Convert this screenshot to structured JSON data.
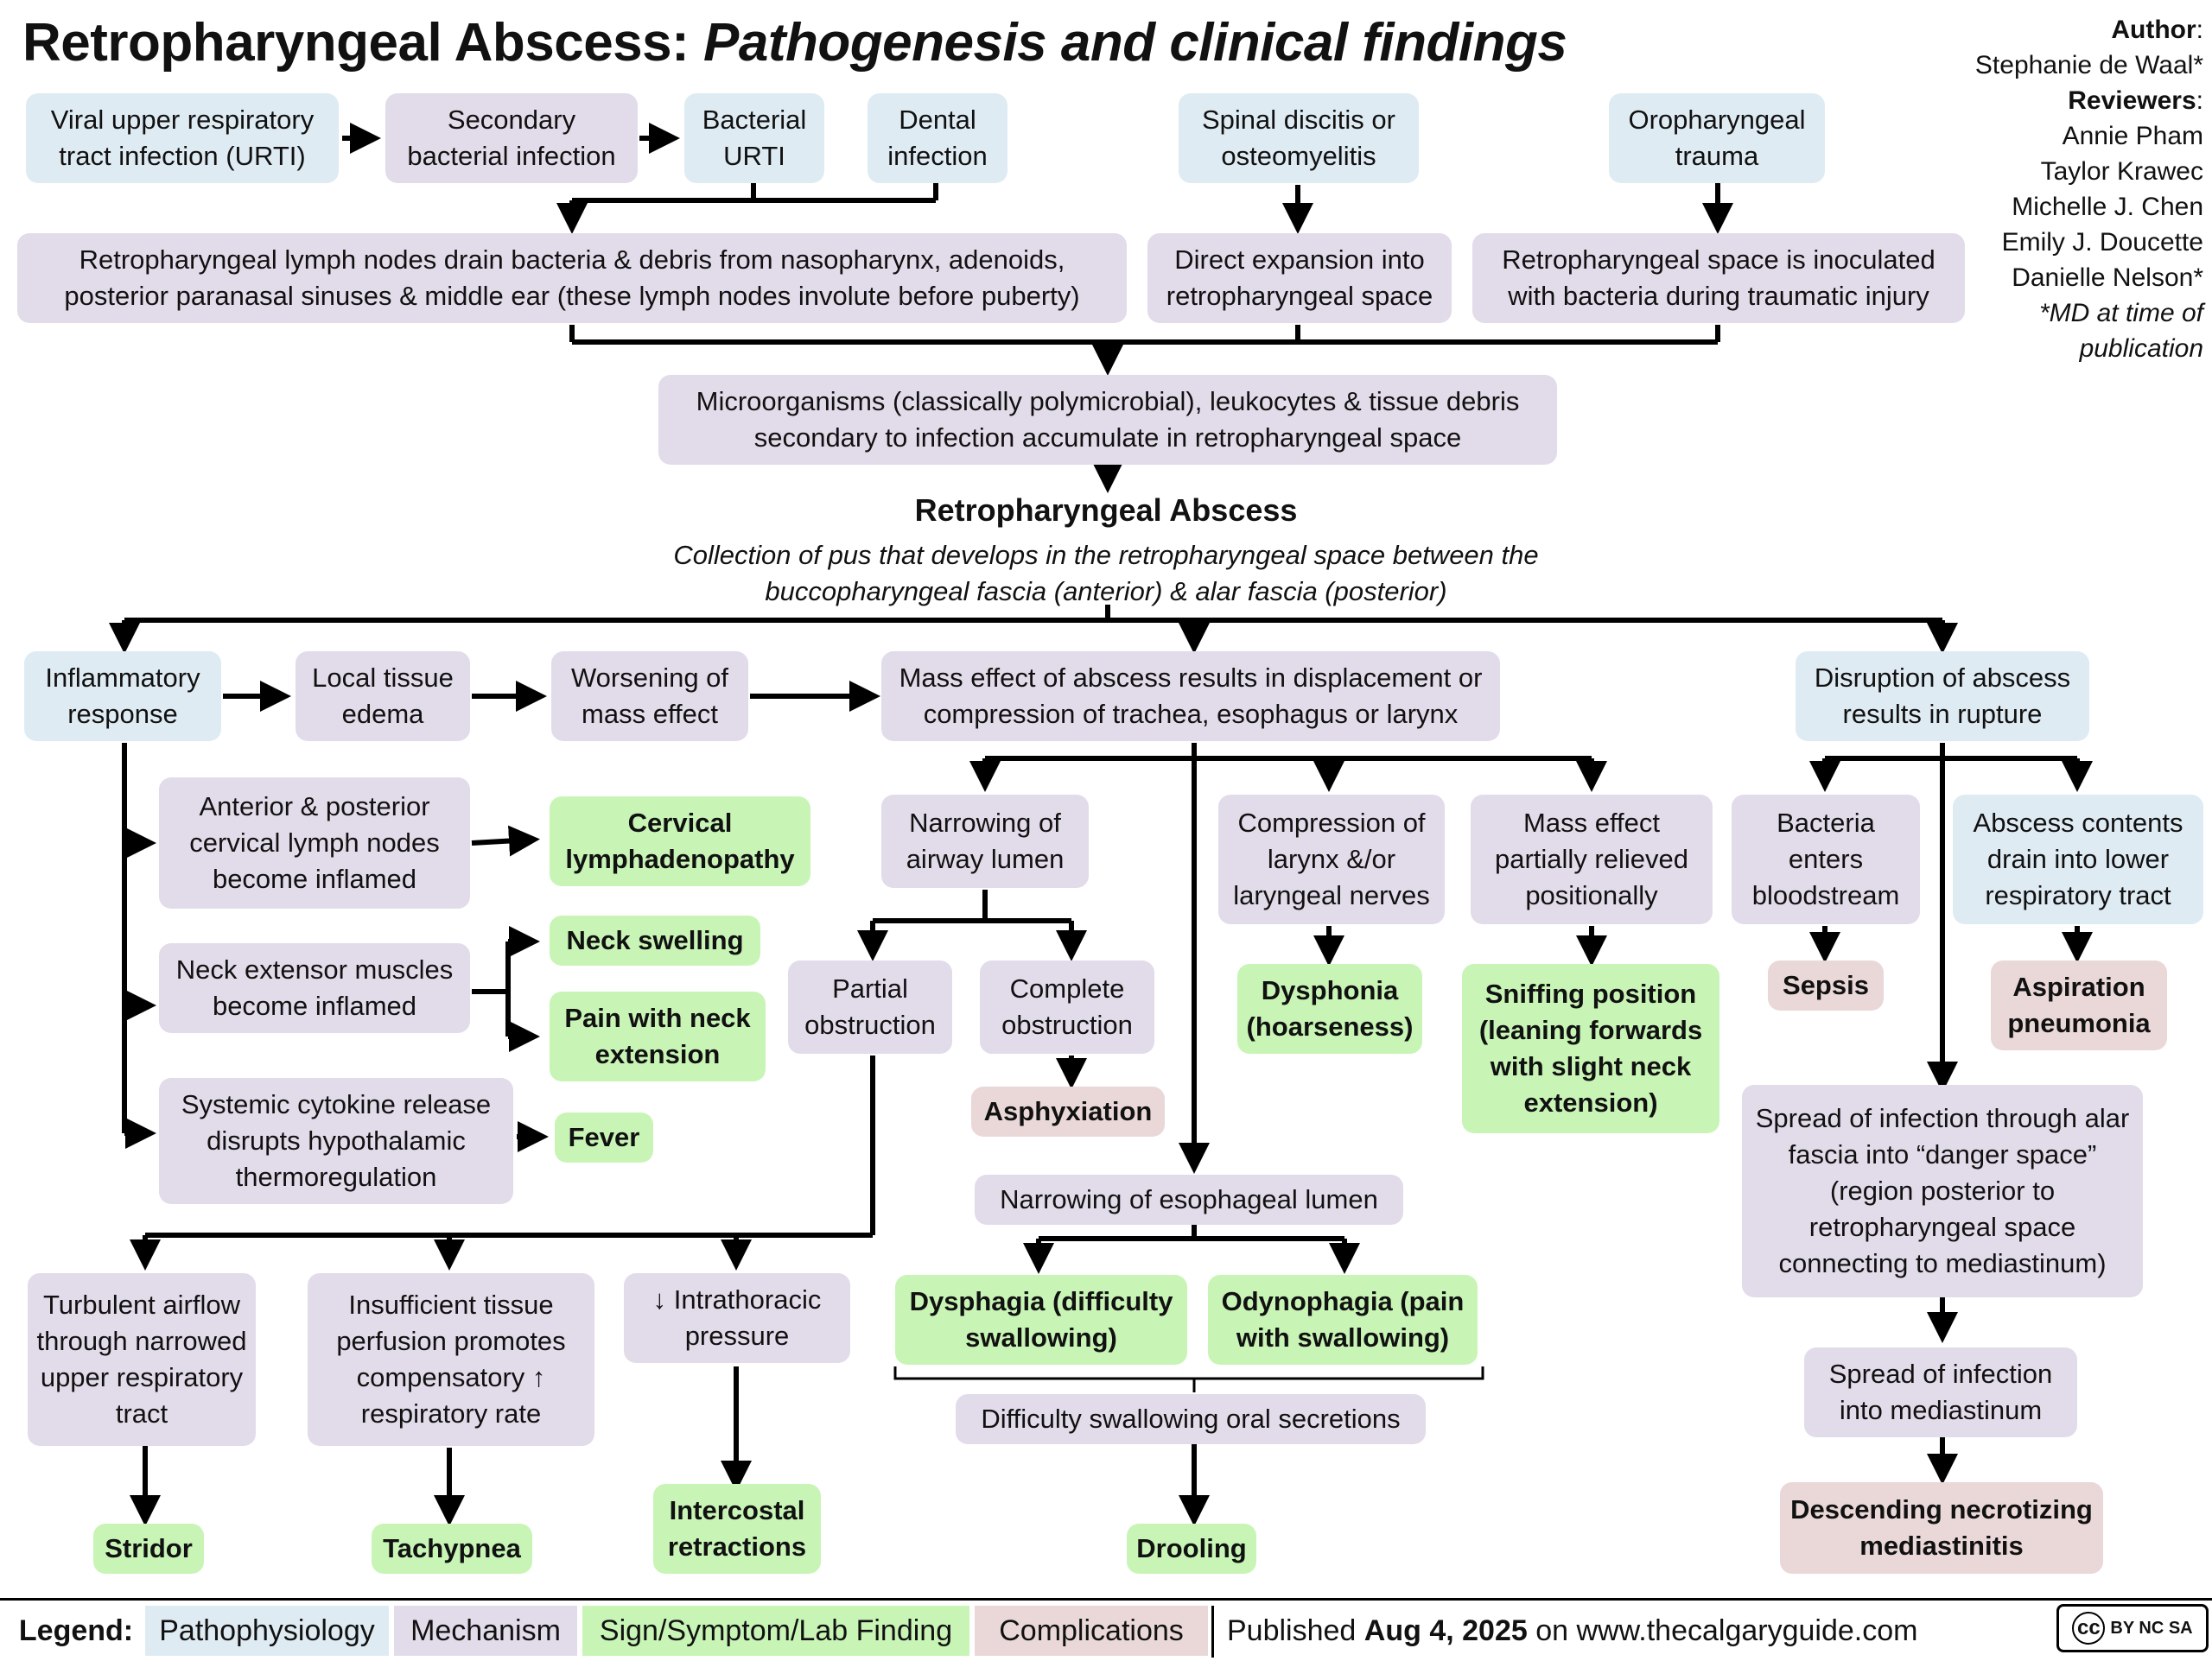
{
  "title": {
    "main": "Retropharyngeal Abscess:",
    "sub": "Pathogenesis and clinical findings"
  },
  "author": {
    "author_label": "Author",
    "author_name": "Stephanie de Waal*",
    "reviewers_label": "Reviewers",
    "reviewers": [
      "Annie Pham",
      "Taylor Krawec",
      "Michelle J. Chen",
      "Emily J. Doucette",
      "Danielle Nelson*"
    ],
    "note": "*MD at time of publication"
  },
  "nodes": {
    "viral_urti": "Viral upper respiratory tract infection (URTI)",
    "secondary_bacterial": "Secondary bacterial infection",
    "bacterial_urti": "Bacterial URTI",
    "dental_infection": "Dental infection",
    "spinal_discitis": "Spinal discitis or osteomyelitis",
    "oropharyngeal_trauma": "Oropharyngeal trauma",
    "lymph_nodes_drain": "Retropharyngeal lymph nodes drain bacteria & debris from nasopharynx, adenoids, posterior paranasal sinuses & middle ear (these lymph nodes involute before puberty)",
    "direct_expansion": "Direct expansion into retropharyngeal space",
    "space_inoculated": "Retropharyngeal space is inoculated with bacteria during traumatic injury",
    "microorganisms": "Microorganisms (classically polymicrobial), leukocytes & tissue debris secondary to infection accumulate in retropharyngeal space",
    "abscess_title": "Retropharyngeal Abscess",
    "abscess_def": "Collection of pus that develops in the retropharyngeal space between the buccopharyngeal fascia (anterior) & alar fascia (posterior)",
    "inflammatory_response": "Inflammatory response",
    "local_tissue_edema": "Local tissue edema",
    "worsening_mass": "Worsening of mass effect",
    "mass_effect": "Mass effect of abscess results in displacement or compression of trachea, esophagus or larynx",
    "disruption_rupture": "Disruption of abscess results in rupture",
    "cervical_nodes_inflamed": "Anterior & posterior cervical lymph nodes become inflamed",
    "cervical_lymphadenopathy": "Cervical lymphadenopathy",
    "neck_muscles_inflamed": "Neck extensor muscles become inflamed",
    "neck_swelling": "Neck swelling",
    "pain_neck_extension": "Pain with neck extension",
    "cytokine_release": "Systemic cytokine release disrupts hypothalamic thermoregulation",
    "fever": "Fever",
    "narrowing_airway": "Narrowing of airway lumen",
    "partial_obstruction": "Partial obstruction",
    "complete_obstruction": "Complete obstruction",
    "asphyxiation": "Asphyxiation",
    "compression_larynx": "Compression of larynx &/or laryngeal nerves",
    "dysphonia": "Dysphonia (hoarseness)",
    "mass_relieved": "Mass effect partially relieved positionally",
    "sniffing_position": "Sniffing position (leaning forwards with slight neck extension)",
    "bacteria_bloodstream": "Bacteria enters bloodstream",
    "sepsis": "Sepsis",
    "abscess_drain": "Abscess contents drain into lower respiratory tract",
    "aspiration_pneumonia": "Aspiration pneumonia",
    "danger_space": "Spread of infection through alar fascia into “danger space” (region posterior to retropharyngeal space connecting to mediastinum)",
    "spread_mediastinum": "Spread of infection into mediastinum",
    "necrotizing_mediastinitis": "Descending necrotizing mediastinitis",
    "narrowing_esophageal": "Narrowing of esophageal lumen",
    "dysphagia": "Dysphagia (difficulty swallowing)",
    "odynophagia": "Odynophagia (pain with swallowing)",
    "difficulty_secretions": "Difficulty swallowing oral secretions",
    "drooling": "Drooling",
    "turbulent_airflow": "Turbulent airflow through narrowed upper respiratory tract",
    "stridor": "Stridor",
    "insufficient_perfusion": "Insufficient tissue perfusion promotes compensatory ↑ respiratory rate",
    "tachypnea": "Tachypnea",
    "intrathoracic_pressure": "↓ Intrathoracic pressure",
    "intercostal_retractions": "Intercostal retractions"
  },
  "legend": {
    "label": "Legend:",
    "items": [
      "Pathophysiology",
      "Mechanism",
      "Sign/Symptom/Lab Finding",
      "Complications"
    ],
    "colors": [
      "#dfebf3",
      "#e2dcea",
      "#c8f5b6",
      "#ead8d8"
    ]
  },
  "footer": {
    "published_prefix": "Published",
    "date": "Aug 4, 2025",
    "site": "on www.thecalgaryguide.com",
    "license": "BY NC SA"
  }
}
